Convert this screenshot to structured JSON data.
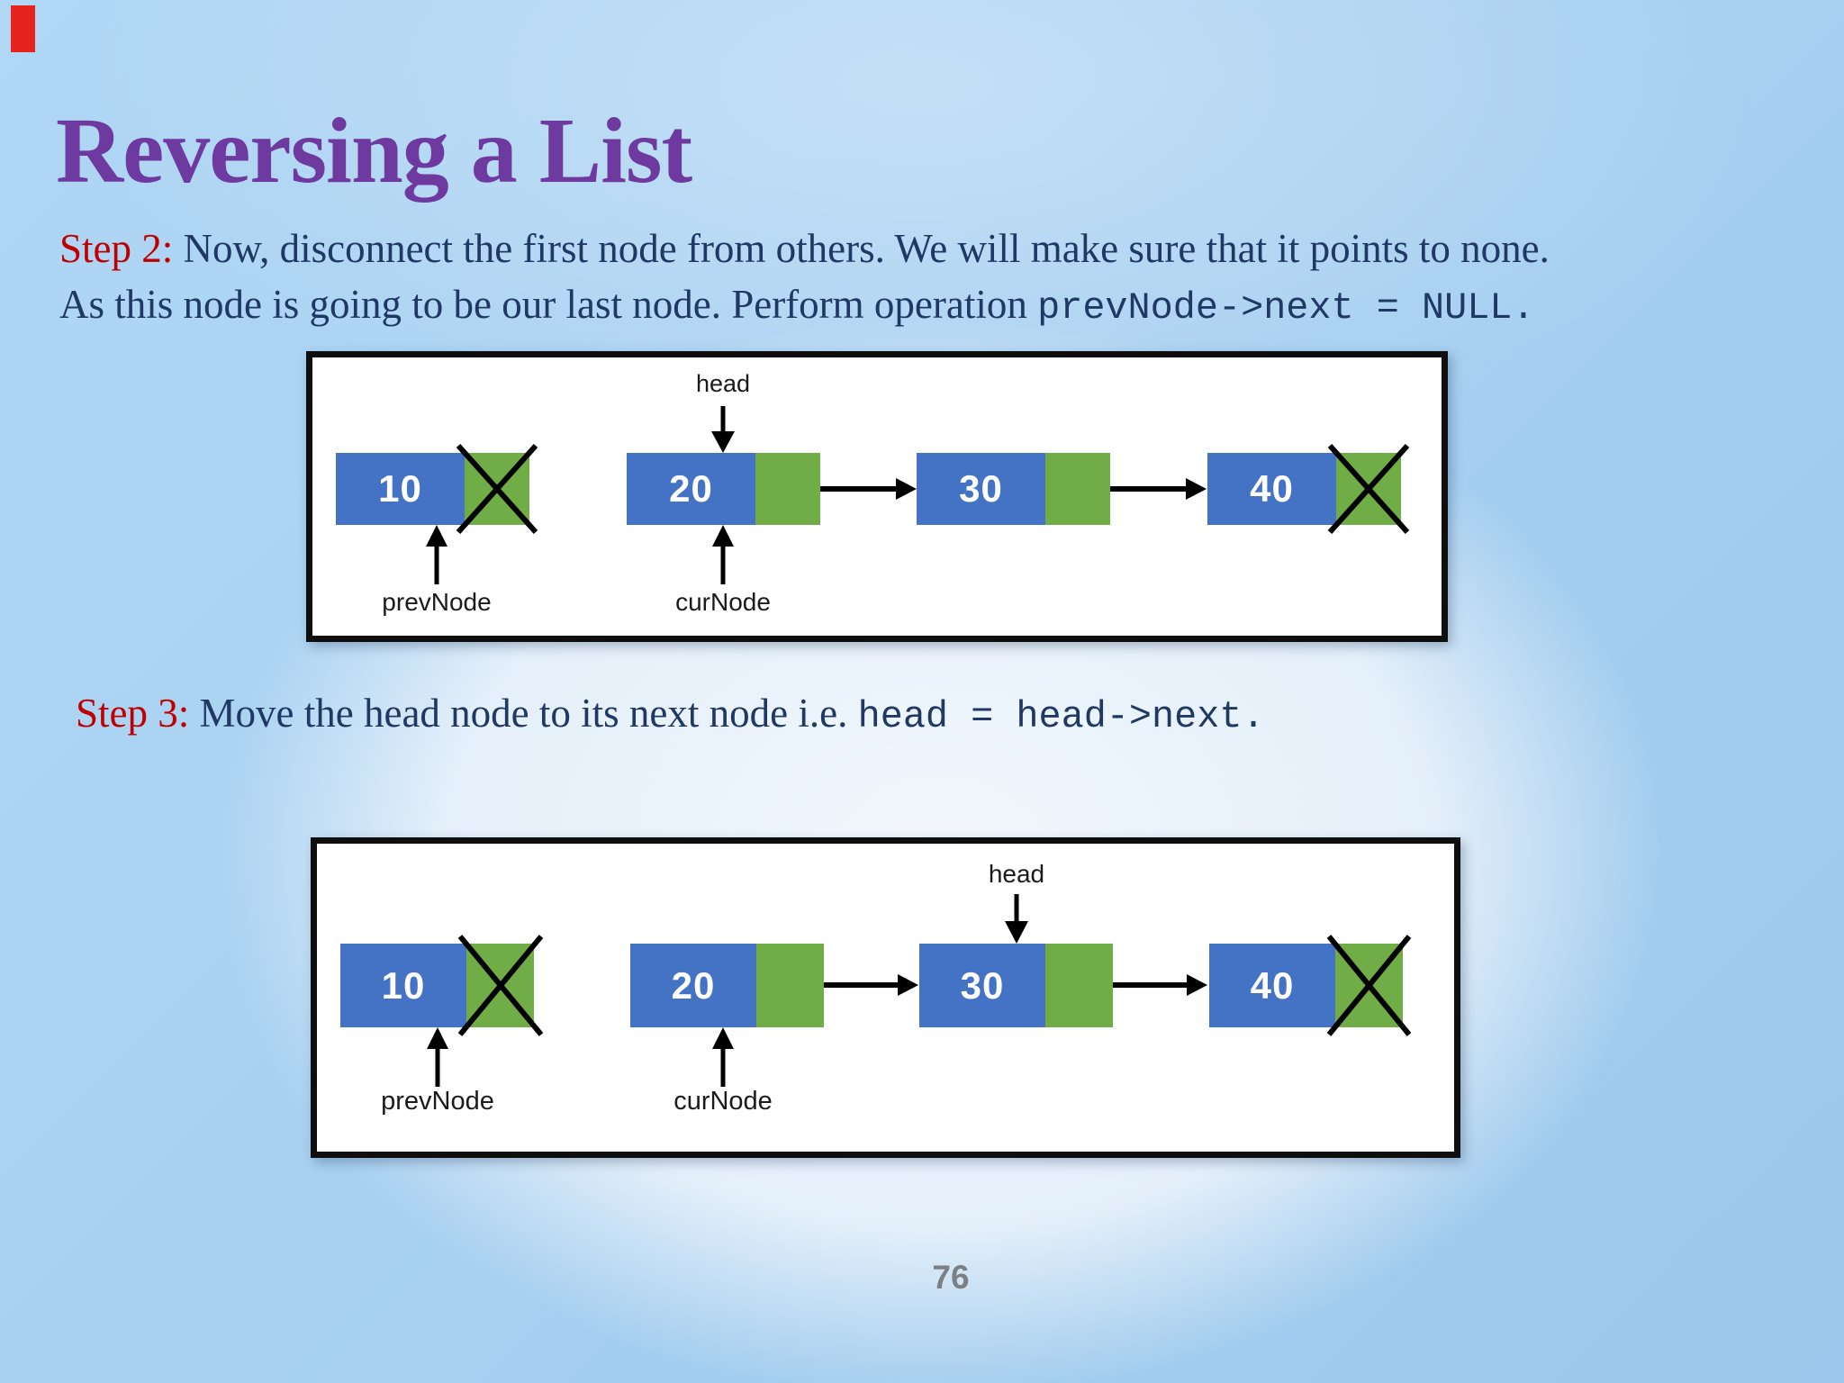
{
  "title": "Reversing a List",
  "page_number": "76",
  "step2": {
    "label": "Step 2:",
    "line1": " Now, disconnect the first node from others. We will make sure that it points to none.",
    "line2": "As this node is going to be our last node. Perform operation ",
    "code": "prevNode->next = NULL."
  },
  "step3": {
    "label": "Step 3:",
    "text": " Move the head node to its next node i.e. ",
    "code": "head = head->next."
  },
  "diagram1": {
    "head_label": "head",
    "head_points_to": "20",
    "prev_label": "prevNode",
    "prev_points_to": "10",
    "cur_label": "curNode",
    "cur_points_to": "20",
    "nodes": [
      {
        "value": "10",
        "next": "null"
      },
      {
        "value": "20",
        "next": "30"
      },
      {
        "value": "30",
        "next": "40"
      },
      {
        "value": "40",
        "next": "null"
      }
    ]
  },
  "diagram2": {
    "head_label": "head",
    "head_points_to": "30",
    "prev_label": "prevNode",
    "prev_points_to": "10",
    "cur_label": "curNode",
    "cur_points_to": "20",
    "nodes": [
      {
        "value": "10",
        "next": "null"
      },
      {
        "value": "20",
        "next": "30"
      },
      {
        "value": "30",
        "next": "40"
      },
      {
        "value": "40",
        "next": "null"
      }
    ]
  },
  "colors": {
    "title_purple": "#6e3aa0",
    "step_red": "#c00000",
    "body_navy": "#1f3864",
    "node_blue": "#4472c4",
    "node_green": "#70ad47",
    "box_border": "#0e0e0e",
    "page_gray": "#7c8085",
    "marker_red": "#e6231e",
    "background_blue": "#a6cff0",
    "ellipse_light": "#eef5fc"
  }
}
